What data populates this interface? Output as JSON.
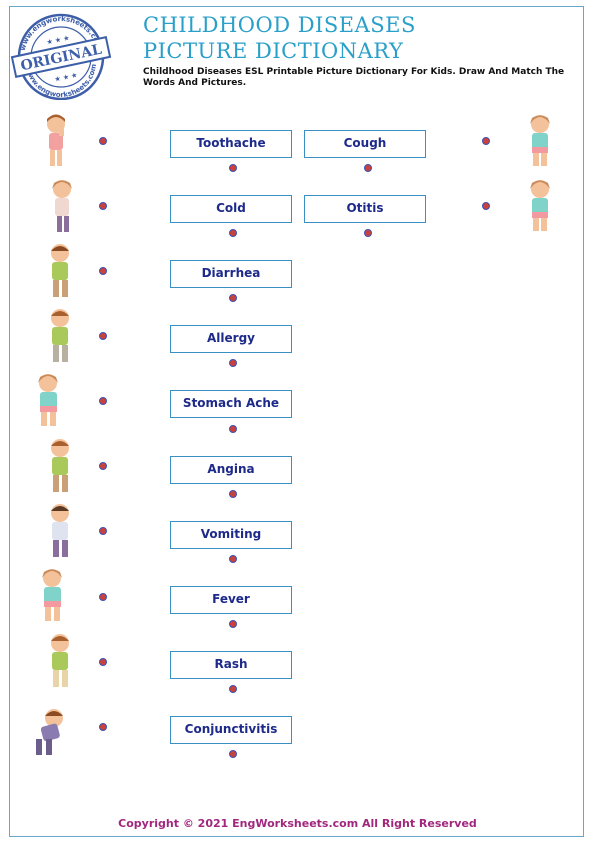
{
  "stamp": {
    "arc_text": "www.engworksheets.com",
    "label": "ORIGINAL"
  },
  "header": {
    "title_line1": "CHILDHOOD DISEASES",
    "title_line2": "PICTURE DICTIONARY",
    "subtitle": "Childhood Diseases ESL Printable Picture Dictionary For Kids. Draw And Match The Words And Pictures."
  },
  "words": [
    "Toothache",
    "Cough",
    "Cold",
    "Otitis",
    "Diarrhea",
    "Allergy",
    "Stomach Ache",
    "Angina",
    "Vomiting",
    "Fever",
    "Rash",
    "Conjunctivitis"
  ],
  "pictures": [
    "child-toothache",
    "child-cold",
    "child-diarrhea",
    "child-allergy",
    "child-stomach-ache",
    "child-angina",
    "child-vomiting",
    "child-fever",
    "child-rash",
    "child-conjunctivitis",
    "child-cough",
    "child-otitis"
  ],
  "colors": {
    "title": "#2a9fc9",
    "word_text": "#1d2a8a",
    "box_border": "#3a8fc4",
    "dot": "#c9413c",
    "footer": "#a1277e"
  },
  "footer": {
    "copyright": "Copyright © 2021 EngWorksheets.com All Right Reserved"
  }
}
